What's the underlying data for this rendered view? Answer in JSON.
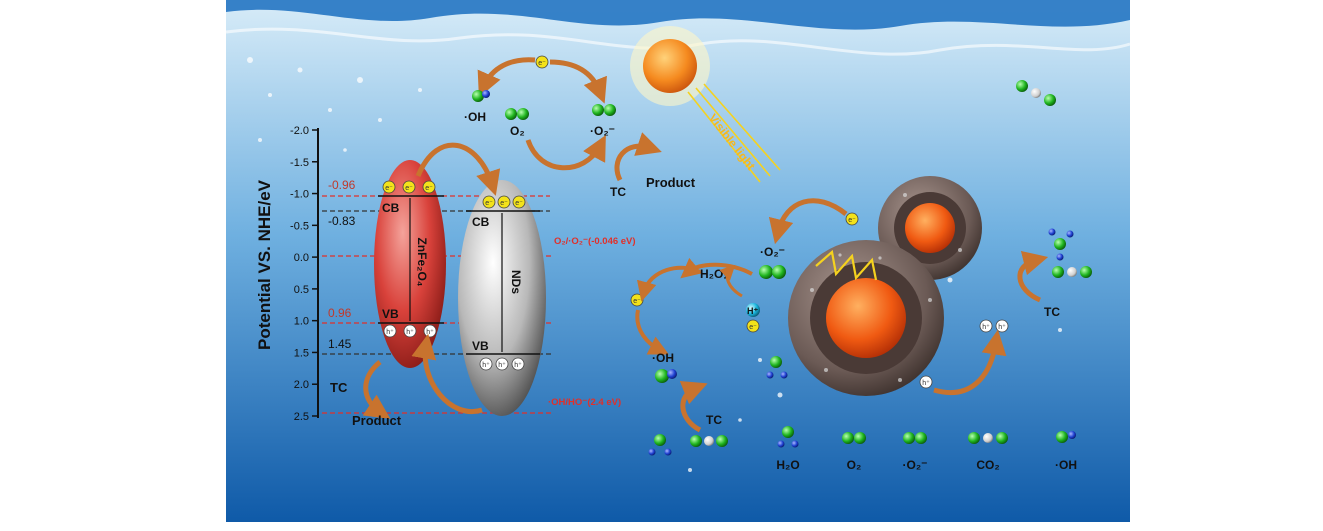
{
  "colors": {
    "water_top": "#cfe6f6",
    "water_bottom": "#0f5aa8",
    "wave": "#1a6fc0",
    "arrow": "#c8732e",
    "zinc_ferrite": "#d9423b",
    "nds": "#b8b8b8",
    "dashed_red": "#e0302a",
    "green_atom": "#1fb51f",
    "blue_atom": "#1d3fd0",
    "white_atom": "#dddddd",
    "electron": "#f3e21a",
    "hole": "#ffffff",
    "sun": "#f58a1f",
    "light_ray": "#f5d21f",
    "shell": "#6b5a55",
    "core": "#f05a12"
  },
  "axis": {
    "title": "Potential VS. NHE/eV",
    "ticks": [
      "-2.0",
      "-1.5",
      "-1.0",
      "-0.5",
      "0.0",
      "0.5",
      "1.0",
      "1.5",
      "2.0",
      "2.5"
    ]
  },
  "band_diagram": {
    "zinc_ferrite": {
      "label": "ZnFe₂O₄",
      "cb_label": "CB",
      "vb_label": "VB",
      "cb_value": "-0.96",
      "vb_value": "0.96"
    },
    "nds": {
      "label": "NDs",
      "cb_label": "CB",
      "vb_label": "VB",
      "cb_value": "-0.83",
      "vb_value": "1.45"
    },
    "electron_symbol": "e⁻",
    "hole_symbol": "h⁺",
    "o2_level": "O₂/·O₂⁻(-0.046 eV)",
    "oh_level": "·OH/HO⁻(2.4 eV)"
  },
  "top_cycle": {
    "oh": "·OH",
    "o2": "O₂",
    "superoxide": "·O₂⁻",
    "tc": "TC",
    "product": "Product"
  },
  "left_bottom": {
    "tc": "TC",
    "product": "Product"
  },
  "sun": {
    "light_label": "Visible light"
  },
  "right_scheme": {
    "superoxide": "·O₂⁻",
    "h2o2": "H₂O₂",
    "h_plus": "H⁺",
    "oh": "·OH",
    "tc_bottom": "TC",
    "tc_right": "TC"
  },
  "legend": {
    "items": [
      "H₂O",
      "O₂",
      "·O₂⁻",
      "CO₂",
      "·OH"
    ]
  }
}
